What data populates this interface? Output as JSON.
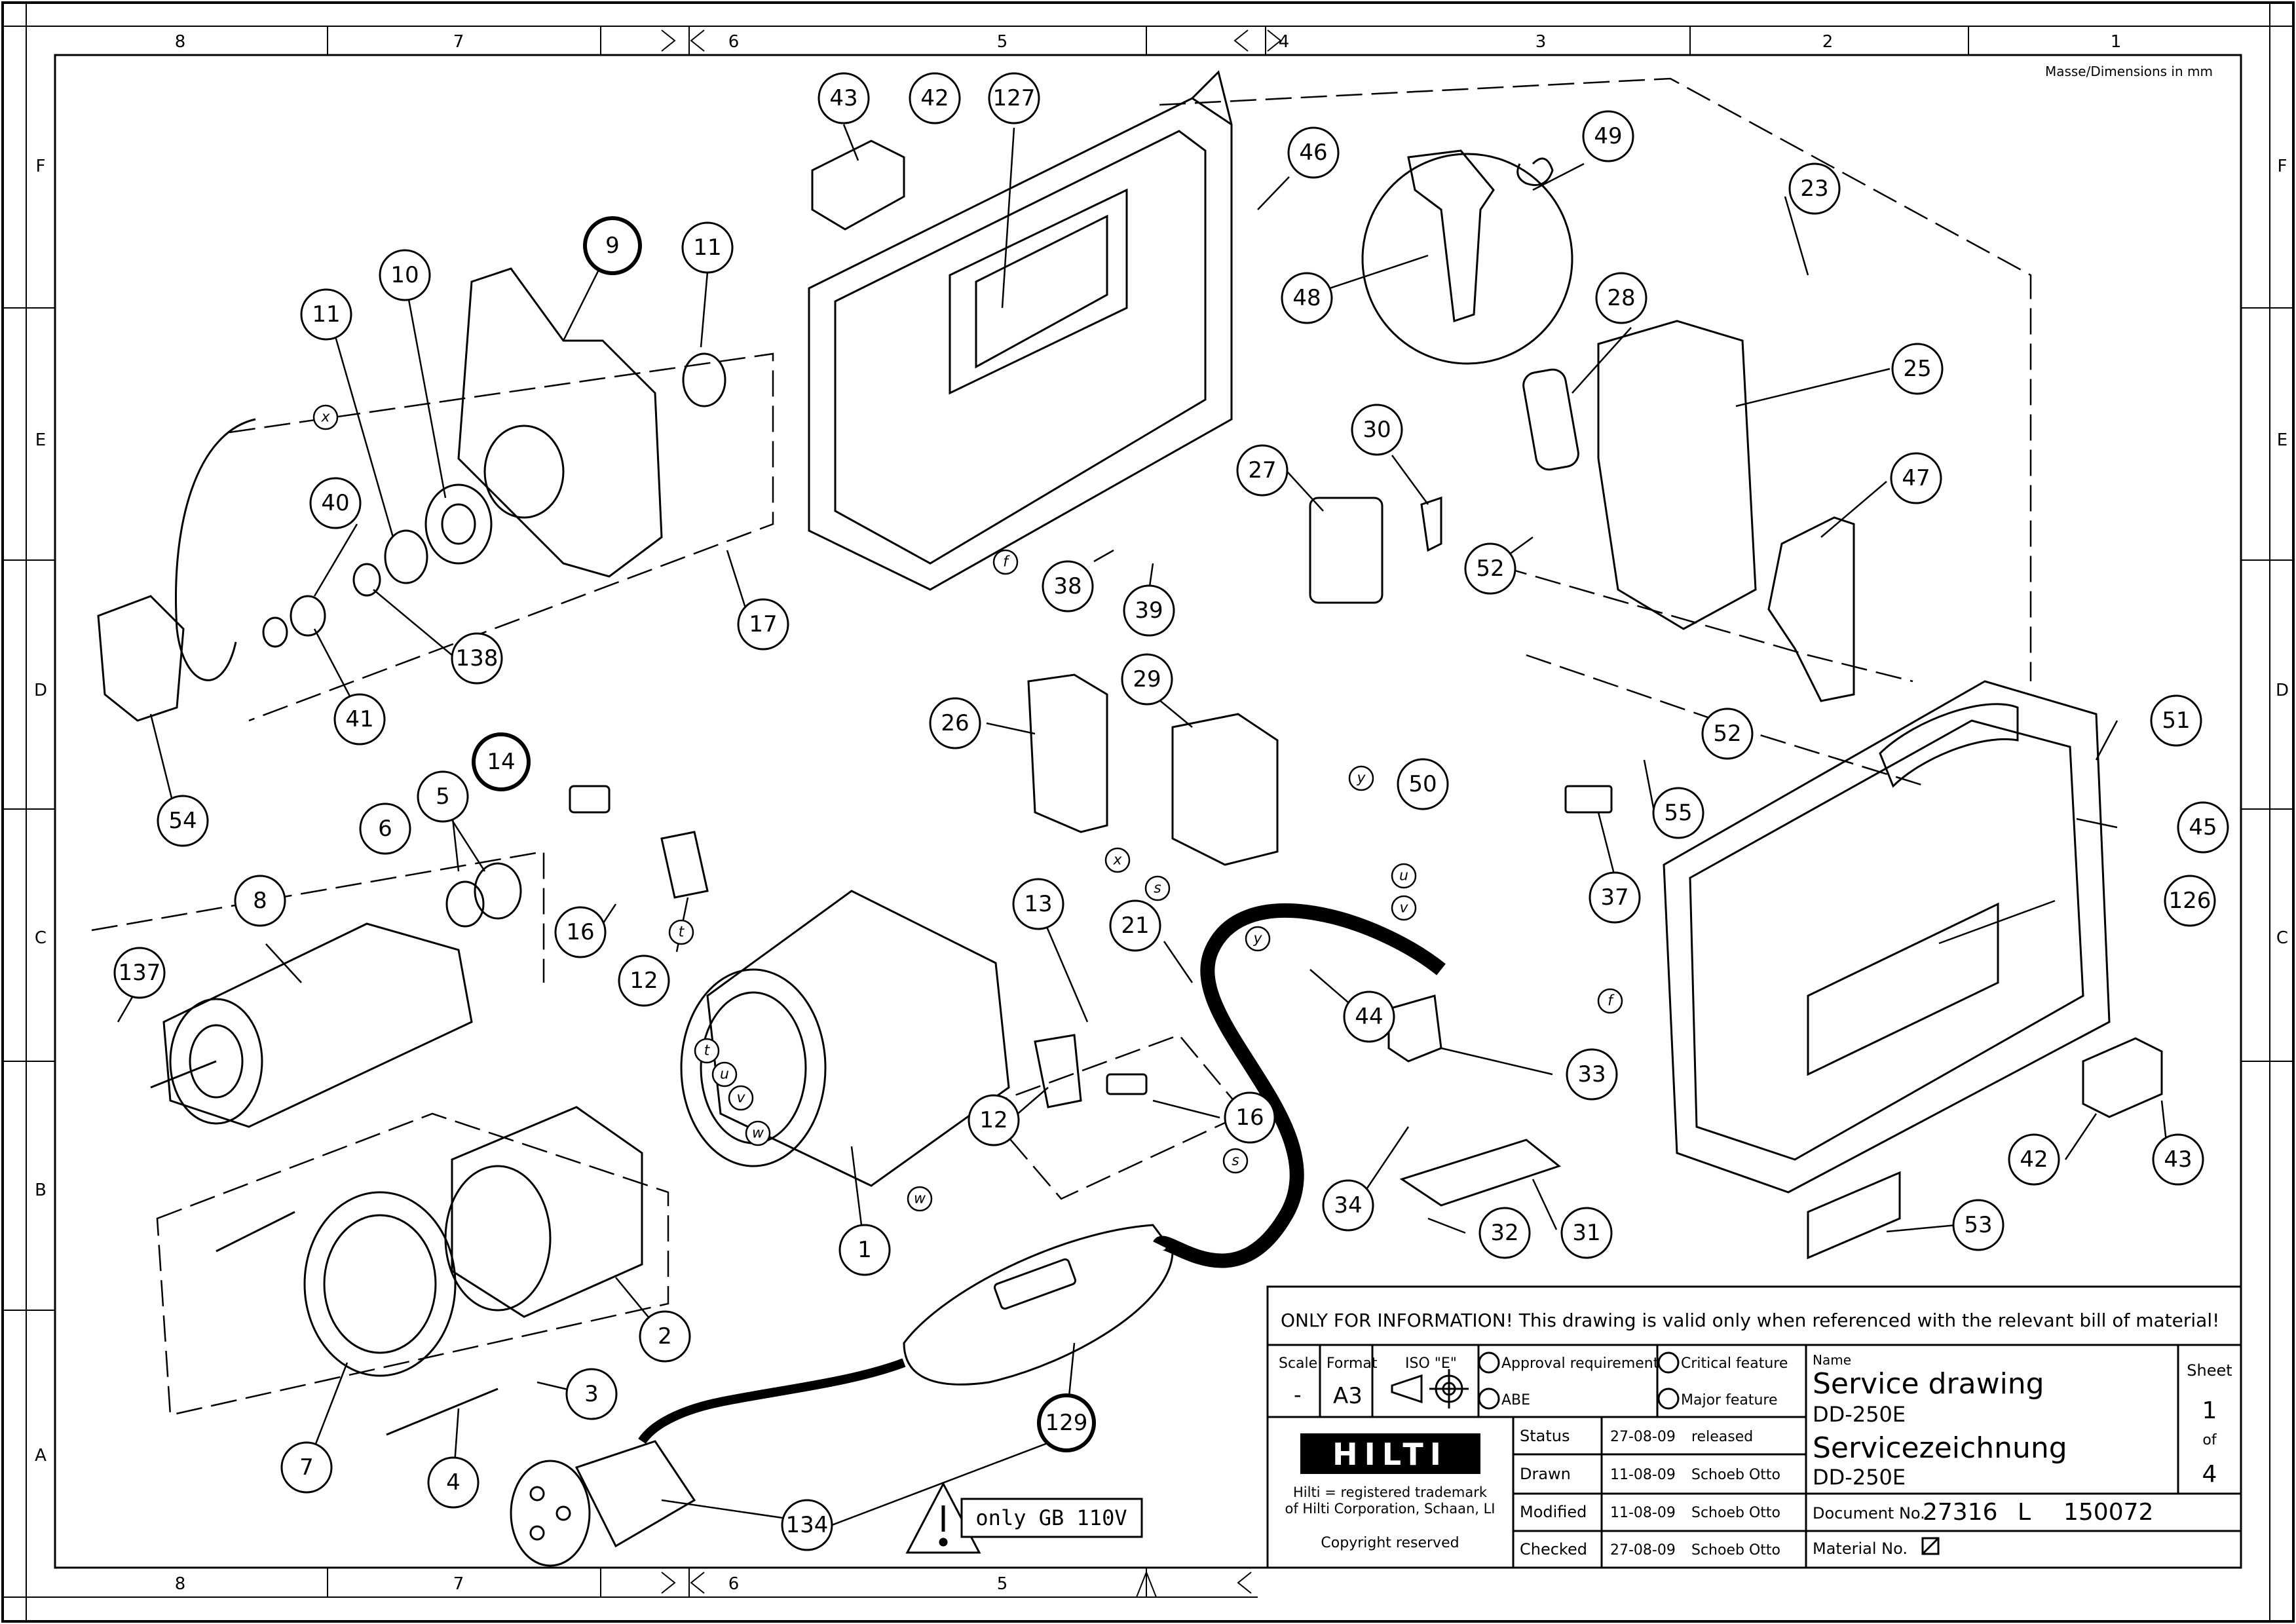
{
  "dimensions_note": "Masse/Dimensions in mm",
  "grid": {
    "columns": [
      "8",
      "7",
      "6",
      "5",
      "4",
      "3",
      "2",
      "1"
    ],
    "rows": [
      "F",
      "E",
      "D",
      "C",
      "B",
      "A"
    ]
  },
  "disclaimer": "ONLY FOR INFORMATION! This drawing is valid only when referenced with the relevant bill of material!",
  "title_block": {
    "scale_label": "Scale",
    "scale_value": "-",
    "format_label": "Format",
    "format_value": "A3",
    "iso_label": "ISO \"E\"",
    "approval_requirement": "Approval requirement",
    "abe": "ABE",
    "critical_feature": "Critical feature",
    "major_feature": "Major feature",
    "name_label": "Name",
    "name_en": "Service drawing",
    "name_en_model": "DD-250E",
    "name_de": "Servicezeichnung",
    "name_de_model": "DD-250E",
    "sheet_label": "Sheet",
    "sheet_num": "1",
    "sheet_of": "of",
    "sheet_total": "4",
    "logo_text": "HILTI",
    "trademark_line1": "Hilti = registered trademark",
    "trademark_line2": "of Hilti Corporation, Schaan, LI",
    "copyright": "Copyright reserved",
    "rows": [
      {
        "label": "Status",
        "date": "27-08-09",
        "who": "released"
      },
      {
        "label": "Drawn",
        "date": "11-08-09",
        "who": "Schoeb Otto"
      },
      {
        "label": "Modified",
        "date": "11-08-09",
        "who": "Schoeb Otto"
      },
      {
        "label": "Checked",
        "date": "27-08-09",
        "who": "Schoeb Otto"
      }
    ],
    "document_label": "Document No.",
    "document_no_1": "27316",
    "document_no_2": "L",
    "document_no_3": "150072",
    "material_label": "Material No."
  },
  "warning_text": "only GB 110V",
  "callouts": [
    {
      "n": "43"
    },
    {
      "n": "42"
    },
    {
      "n": "127"
    },
    {
      "n": "46"
    },
    {
      "n": "49"
    },
    {
      "n": "23"
    },
    {
      "n": "9"
    },
    {
      "n": "10"
    },
    {
      "n": "11"
    },
    {
      "n": "11"
    },
    {
      "n": "48"
    },
    {
      "n": "28"
    },
    {
      "n": "25"
    },
    {
      "n": "30"
    },
    {
      "n": "27"
    },
    {
      "n": "47"
    },
    {
      "n": "40"
    },
    {
      "n": "52"
    },
    {
      "n": "38"
    },
    {
      "n": "39"
    },
    {
      "n": "17"
    },
    {
      "n": "138"
    },
    {
      "n": "41"
    },
    {
      "n": "52"
    },
    {
      "n": "51"
    },
    {
      "n": "29"
    },
    {
      "n": "26"
    },
    {
      "n": "54"
    },
    {
      "n": "50"
    },
    {
      "n": "55"
    },
    {
      "n": "14"
    },
    {
      "n": "45"
    },
    {
      "n": "5"
    },
    {
      "n": "6"
    },
    {
      "n": "8"
    },
    {
      "n": "16"
    },
    {
      "n": "37"
    },
    {
      "n": "126"
    },
    {
      "n": "13"
    },
    {
      "n": "21"
    },
    {
      "n": "12"
    },
    {
      "n": "137"
    },
    {
      "n": "44"
    },
    {
      "n": "33"
    },
    {
      "n": "12"
    },
    {
      "n": "16"
    },
    {
      "n": "42"
    },
    {
      "n": "43"
    },
    {
      "n": "34"
    },
    {
      "n": "1"
    },
    {
      "n": "31"
    },
    {
      "n": "32"
    },
    {
      "n": "53"
    },
    {
      "n": "2"
    },
    {
      "n": "3"
    },
    {
      "n": "129"
    },
    {
      "n": "7"
    },
    {
      "n": "4"
    },
    {
      "n": "134"
    }
  ],
  "wire_labels": [
    {
      "t": "x"
    },
    {
      "t": "f"
    },
    {
      "t": "y"
    },
    {
      "t": "x"
    },
    {
      "t": "s"
    },
    {
      "t": "u"
    },
    {
      "t": "v"
    },
    {
      "t": "t"
    },
    {
      "t": "y"
    },
    {
      "t": "f"
    },
    {
      "t": "t"
    },
    {
      "t": "u"
    },
    {
      "t": "v"
    },
    {
      "t": "w"
    },
    {
      "t": "w"
    },
    {
      "t": "s"
    }
  ]
}
